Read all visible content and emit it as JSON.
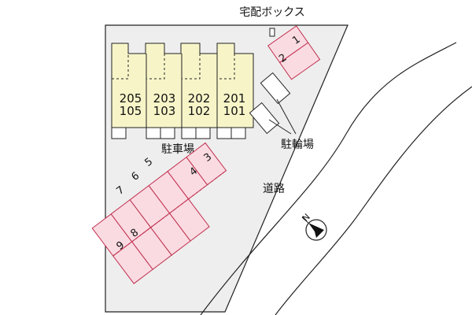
{
  "labels": {
    "delivery_box": "宅配ボックス",
    "parking": "駐車場",
    "bicycle_parking": "駐輪場",
    "road": "道路",
    "north": "N"
  },
  "building_units": [
    {
      "upper": "205",
      "lower": "105"
    },
    {
      "upper": "203",
      "lower": "103"
    },
    {
      "upper": "202",
      "lower": "102"
    },
    {
      "upper": "201",
      "lower": "101"
    }
  ],
  "parking_spaces": {
    "right_group": [
      "1",
      "2"
    ],
    "middle_group": [
      "3",
      "4"
    ],
    "left_row_top": [
      "5",
      "6",
      "7"
    ],
    "left_row_bottom": [
      "8",
      "9"
    ]
  },
  "colors": {
    "site": "#eeeeee",
    "building": "#f7f5c8",
    "parking": "#fadbe2",
    "parking_stroke": "#c0304e",
    "outline": "#222222"
  }
}
